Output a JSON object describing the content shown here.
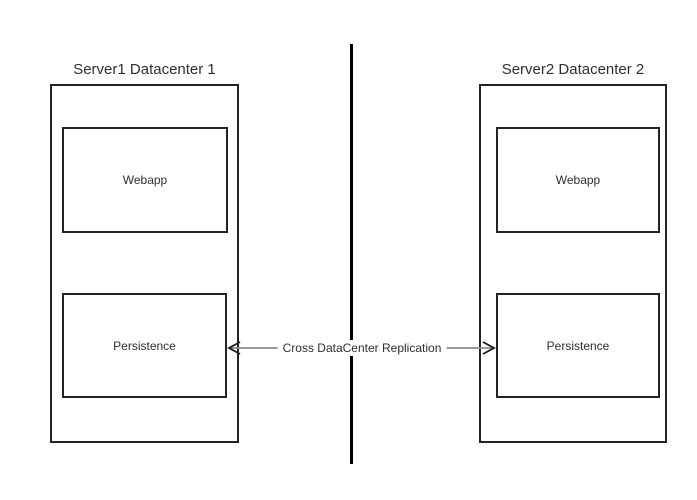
{
  "diagram": {
    "type": "cross-datacenter-architecture",
    "containers": [
      {
        "id": "server1",
        "title": "Server1 Datacenter 1",
        "children": [
          {
            "id": "webapp1",
            "label": "Webapp"
          },
          {
            "id": "persistence1",
            "label": "Persistence"
          }
        ]
      },
      {
        "id": "server2",
        "title": "Server2 Datacenter 2",
        "children": [
          {
            "id": "webapp2",
            "label": "Webapp"
          },
          {
            "id": "persistence2",
            "label": "Persistence"
          }
        ]
      }
    ],
    "edge": {
      "label": "Cross DataCenter Replication",
      "from": "persistence1",
      "to": "persistence2",
      "direction": "bidirectional"
    },
    "divider": {
      "orientation": "vertical"
    },
    "colors": {
      "background": "#ffffff",
      "border": "#242424",
      "divider": "#000000",
      "arrow_line": "#8c8c8c",
      "arrowhead": "#1a1a1a",
      "text": "#2f2f2f"
    }
  }
}
